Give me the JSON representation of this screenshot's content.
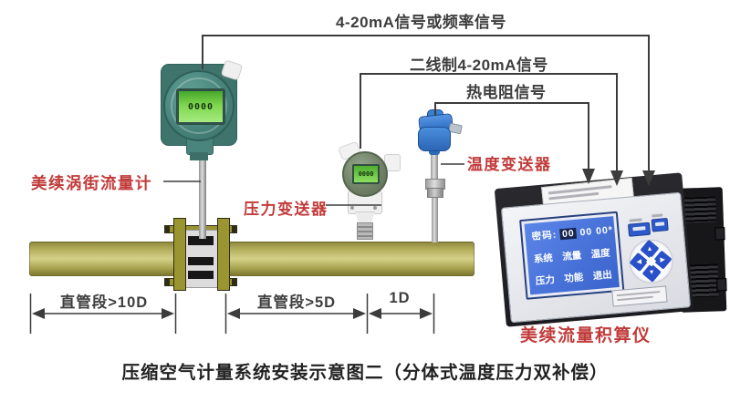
{
  "colors": {
    "label_red": "#c23b3b",
    "line_dark": "#3c3c3c",
    "lcd_green": "#7fd64e",
    "lcd_blue": "#3e6ccf",
    "pipe_olive": "#b5b05e",
    "flange_olive": "#9a9530",
    "head_teal": "#47837b",
    "transmitter_blue": "#3a7dd0"
  },
  "signals": {
    "flow_line": "4-20mA信号或频率信号",
    "pressure_line": "二线制4-20mA信号",
    "temperature_line": "热电阻信号"
  },
  "labels": {
    "flowmeter": "美续涡街流量计",
    "pressure_transmitter": "压力变送器",
    "temperature_transmitter": "温度变送器",
    "totalizer": "美续流量积算仪"
  },
  "dimensions": {
    "upstream": "直管段>10D",
    "downstream": "直管段>5D",
    "probe_offset": "1D"
  },
  "caption": "压缩空气计量系统安装示意图二（分体式温度压力双补偿）",
  "flowmeter_display": "0000",
  "pressure_display": "0000",
  "totalizer": {
    "lcd": {
      "password_label": "密码:",
      "password_hl": "00",
      "password_rest": "00 00*",
      "menu1": [
        "系统",
        "流量",
        "温度"
      ],
      "menu2": [
        "压力",
        "功能",
        "退出"
      ]
    },
    "keypad": {
      "up": "▲",
      "left": "◀",
      "right": "▶",
      "down": "▼"
    }
  }
}
